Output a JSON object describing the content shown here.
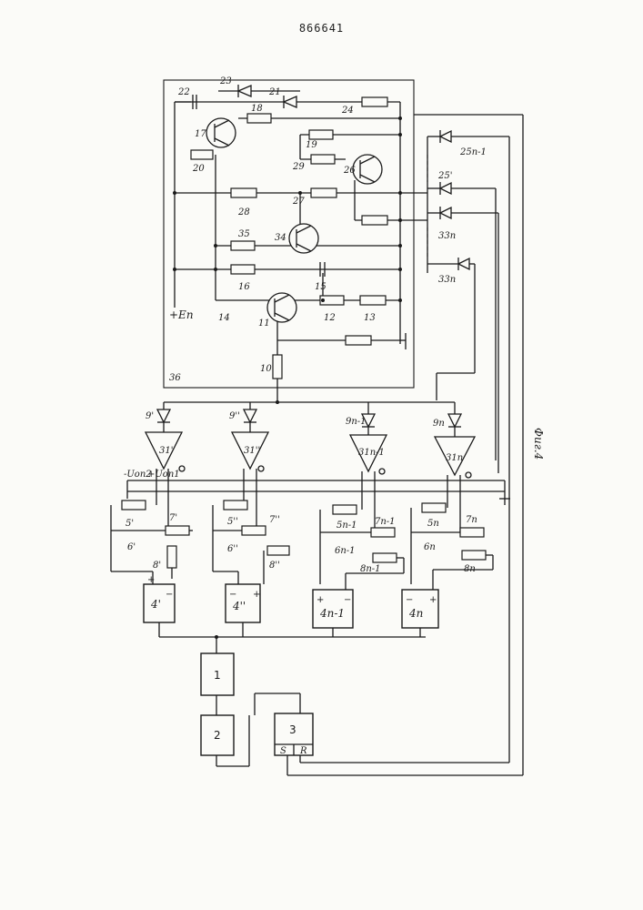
{
  "document": {
    "patent_number": "866641",
    "figure_caption": "Фиг.4"
  },
  "blocks": {
    "b1": "1",
    "b2": "2",
    "b3": "3",
    "s": "S",
    "r": "R"
  },
  "module": {
    "label": "36",
    "supply": "+Eп"
  },
  "comparators": {
    "c1": "4'",
    "c2": "4''",
    "c3": "4n-1",
    "c4": "4n"
  },
  "amplifiers": {
    "a1": "31'",
    "a2": "31''",
    "a3": "31n-1",
    "a4": "31n"
  },
  "diodes9": {
    "d1": "9'",
    "d2": "9''",
    "d3": "9n-1",
    "d4": "9n"
  },
  "stage_labels": {
    "s1": [
      "5'",
      "6'",
      "7'",
      "8'"
    ],
    "s2": [
      "5''",
      "6''",
      "7''",
      "8''"
    ],
    "s3": [
      "5n-1",
      "6n-1",
      "7n-1",
      "8n-1"
    ],
    "s4": [
      "5n",
      "6n",
      "7n",
      "8n"
    ]
  },
  "references": {
    "minus": "-Uоп2",
    "plus": "+Uоп1"
  },
  "components": {
    "r10": "10",
    "t11": "11",
    "r12": "12",
    "r13": "13",
    "r14": "14",
    "c15": "15",
    "r16": "16",
    "t17": "17",
    "r18": "18",
    "r19": "19",
    "r20": "20",
    "d21": "21",
    "c22": "22",
    "d23": "23",
    "r24": "24",
    "d25a": "25'",
    "d25b": "25n-1",
    "t26": "26",
    "r27": "27",
    "r28": "28",
    "r29": "29",
    "d33a": "33n",
    "d33b": "33n",
    "t34": "34",
    "r35": "35"
  }
}
